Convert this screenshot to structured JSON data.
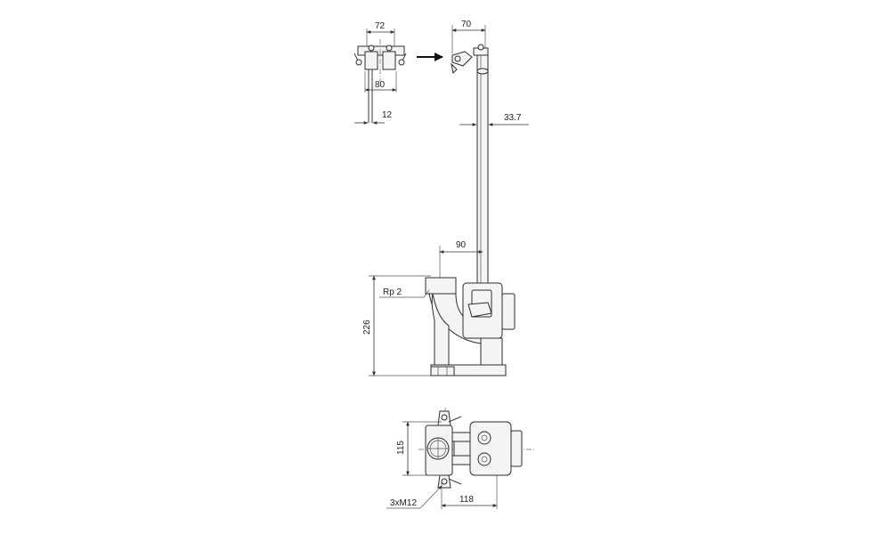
{
  "dimensions": {
    "top_width": "72",
    "top_bracket_width": "70",
    "spacing": "80",
    "thickness": "12",
    "pipe_diameter": "33.7",
    "offset": "90",
    "thread": "Rp 2",
    "height": "226",
    "base_depth": "115",
    "base_width": "118",
    "bolts": "3xM12"
  }
}
